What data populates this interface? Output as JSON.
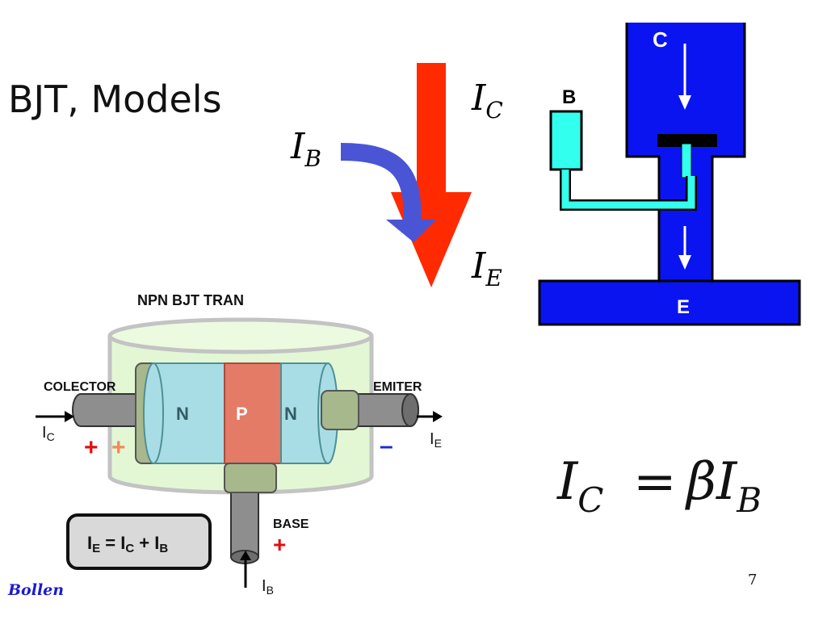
{
  "slide": {
    "title": "BJT, Models",
    "signature": "Bollen",
    "page_number": "7"
  },
  "arrow_diagram": {
    "base_label": "I",
    "base_sub": "B",
    "collector_label": "I",
    "collector_sub": "C",
    "emitter_label": "I",
    "emitter_sub": "E"
  },
  "hydraulic_model": {
    "collector": "C",
    "base": "B",
    "emitter": "E"
  },
  "transistor_model": {
    "heading": "NPN BJT TRAN",
    "collector_label": "COLECTOR",
    "emitter_label": "EMITER",
    "base_label": "BASE",
    "layer_left": "N",
    "layer_middle": "P",
    "layer_right": "N",
    "ic": "I",
    "ic_sub": "C",
    "ie": "I",
    "ie_sub": "E",
    "ib": "I",
    "ib_sub": "B",
    "plus": "+",
    "minus": "–",
    "equation": {
      "lhs": "I",
      "lhs_sub": "E",
      "eq": " = ",
      "t1": "I",
      "t1_sub": "C",
      "plus": " + ",
      "t2": "I",
      "t2_sub": "B"
    }
  },
  "formula": {
    "lhs": "I",
    "lhs_sub": "C",
    "equals": "=",
    "beta": "β",
    "rhs": "I",
    "rhs_sub": "B"
  },
  "colors": {
    "red_arrow": "#ff2a00",
    "blue_arrow": "#4a55d6",
    "hydraulic_blue": "#0a14f0",
    "hydraulic_cyan": "#33ffee",
    "n_layer": "#a9dde6",
    "p_layer": "#e37b67"
  }
}
